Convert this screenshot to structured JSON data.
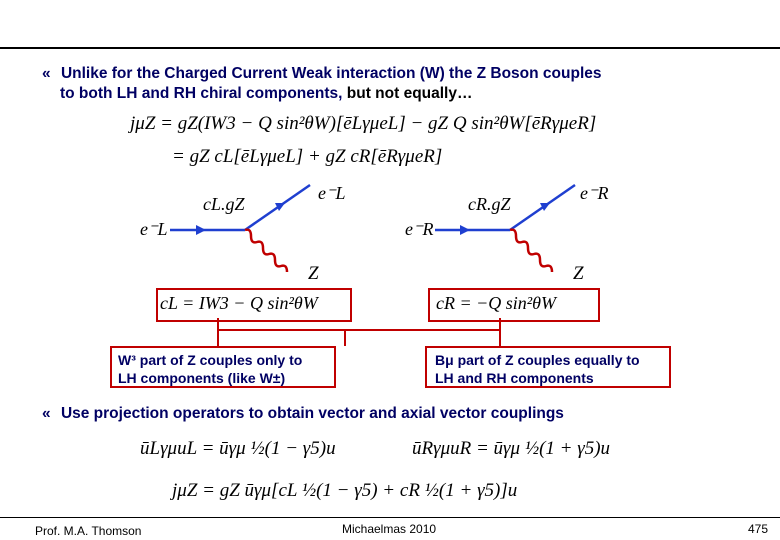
{
  "slide": {
    "bullet_symbol": "«",
    "bullet1_line1": "Unlike for the Charged Current Weak interaction (W) the Z Boson couples",
    "bullet1_line2": "to both LH and RH chiral components,",
    "bullet1_emph": " but not equally…",
    "eq_current_1": "jμZ  =  gZ(IW3 − Q sin²θW)[ēLγμeL] − gZ Q sin²θW[ēRγμeR]",
    "eq_current_2": "=  gZ cL[ēLγμeL] + gZ cR[ēRγμeR]",
    "diagram_left": {
      "in_label": "e⁻L",
      "out_label": "e⁻L",
      "vertex_label": "cL.gZ",
      "boson_label": "Z"
    },
    "diagram_right": {
      "in_label": "e⁻R",
      "out_label": "e⁻R",
      "vertex_label": "cR.gZ",
      "boson_label": "Z"
    },
    "box_left_eq": "cL = IW3 − Q sin²θW",
    "box_right_eq": "cR = −Q sin²θW",
    "note_left_line1": "W³ part of Z couples only to",
    "note_left_line2": "LH components (like W±)",
    "note_right_line1": "Bμ part of Z couples equally to",
    "note_right_line2": "LH and RH components",
    "bullet2": "Use projection operators to obtain vector and axial vector couplings",
    "eq_proj_left": "ūLγμuL = ūγμ ½(1 − γ5)u",
    "eq_proj_right": "ūRγμuR = ūγμ ½(1 + γ5)u",
    "eq_final": "jμZ = gZ ūγμ[cL ½(1 − γ5) + cR ½(1 + γ5)]u",
    "footer_left": "Prof. M.A. Thomson",
    "footer_center": "Michaelmas 2010",
    "page_number": "475"
  },
  "colors": {
    "text_blue": "#000063",
    "fermion_line": "#1f3fd0",
    "boson_wiggle": "#c00000",
    "box_border": "#c00000"
  }
}
